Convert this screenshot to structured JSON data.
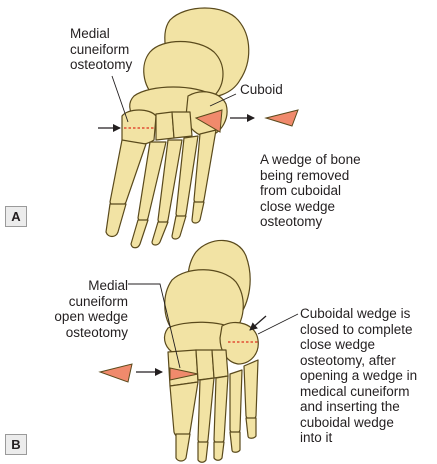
{
  "colors": {
    "bone_fill": "#f2e3a4",
    "bone_stroke": "#5a4a1c",
    "wedge_fill": "#f08a6c",
    "cut_line": "#e0301e",
    "text": "#231f20",
    "tag_bg": "#ececec"
  },
  "panel_a": {
    "tag": "A",
    "medial_label_line1": "Medial",
    "medial_label_line2": "cuneiform",
    "medial_label_line3": "osteotomy",
    "cuboid_label": "Cuboid",
    "wedge_text_line1": "A wedge of bone",
    "wedge_text_line2": "being removed",
    "wedge_text_line3": "from cuboidal",
    "wedge_text_line4": "close wedge",
    "wedge_text_line5": "osteotomy"
  },
  "panel_b": {
    "tag": "B",
    "medial_label_line1": "Medial",
    "medial_label_line2": "cuneiform",
    "medial_label_line3": "open wedge",
    "medial_label_line4": "osteotomy",
    "desc_line1": "Cuboidal wedge is",
    "desc_line2": "closed to complete",
    "desc_line3": "close wedge",
    "desc_line4": "osteotomy, after",
    "desc_line5": "opening a wedge in",
    "desc_line6": "medical cuneiform",
    "desc_line7": "and inserting the",
    "desc_line8": "cuboidal wedge",
    "desc_line9": "into it"
  }
}
